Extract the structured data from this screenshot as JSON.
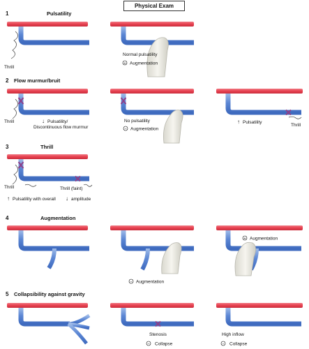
{
  "header": {
    "title": "Physical Exam"
  },
  "sections": [
    {
      "number": "1",
      "title": "Pulsatility",
      "labels": {
        "thrill": "Thrill",
        "normal": "Normal pulsatility",
        "augmentation": "Augmentation"
      },
      "symbols": {
        "plus": "+"
      }
    },
    {
      "number": "2",
      "title": "Flow murmur/bruit",
      "labels": {
        "thrill": "Thrill",
        "pulsatility_line1": "Pulsatility/",
        "pulsatility_line2": "Discontinuous flow murmur",
        "no_pulsatility": "No pulsatility",
        "augmentation": "Augmentation",
        "pulsatility_up": "Pulsatility",
        "thrill_right": "Thrill"
      },
      "symbols": {
        "down_arrow": "↓",
        "minus": "−",
        "up_arrow": "↑"
      }
    },
    {
      "number": "3",
      "title": "Thrill",
      "labels": {
        "thrill": "Thrill",
        "thrill_faint": "Thrill (faint)",
        "pulsatility_text": "Pulsatility with overall",
        "amplitude": "amplitude"
      },
      "symbols": {
        "up_arrow": "↑",
        "down_arrow": "↓"
      }
    },
    {
      "number": "4",
      "title": "Augmentation",
      "labels": {
        "augmentation_mid": "Augmentation",
        "augmentation_right": "Augmentation"
      },
      "symbols": {
        "minus": "−",
        "plus": "+"
      }
    },
    {
      "number": "5",
      "title": "Collapsibility against gravity",
      "labels": {
        "stenosis": "Stenosis",
        "collapse_mid": "Collapse",
        "high_inflow": "High inflow",
        "collapse_right": "Collapse"
      },
      "symbols": {
        "minus": "−"
      }
    }
  ],
  "colors": {
    "artery": "#e8404f",
    "vein": "#5b86d4",
    "vein_light": "#9fbbe8",
    "stenosis": "#8c3f8a",
    "finger": "#ecebe3"
  }
}
